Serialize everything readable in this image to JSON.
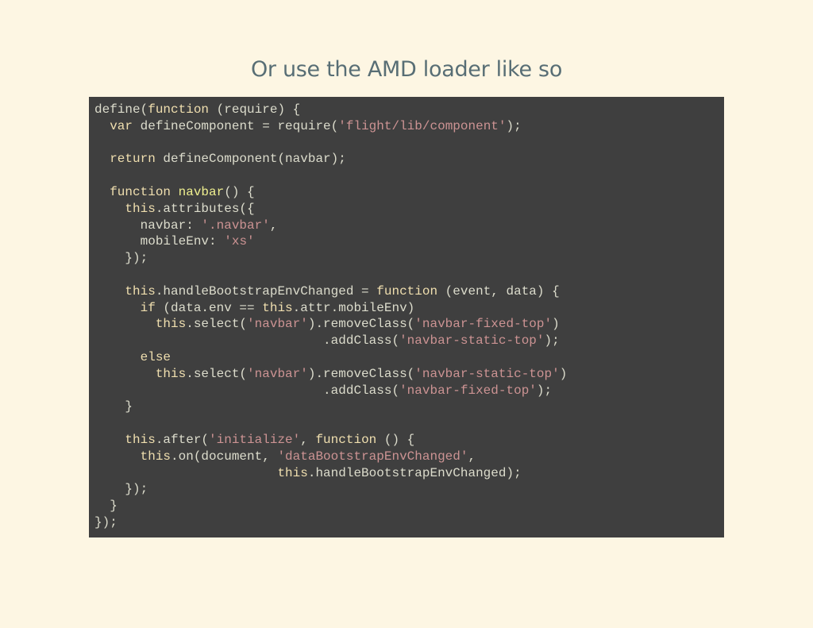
{
  "title": "Or use the AMD loader like so",
  "code": {
    "language": "javascript",
    "colors": {
      "background": "#3f3f3f",
      "text": "#dcdccc",
      "keyword": "#f0dfaf",
      "string": "#cc9393",
      "function_name": "#efef8f"
    },
    "lines": [
      [
        {
          "t": "define("
        },
        {
          "t": "function",
          "c": "kw"
        },
        {
          "t": " (require) {"
        }
      ],
      [
        {
          "t": "  "
        },
        {
          "t": "var",
          "c": "kw"
        },
        {
          "t": " defineComponent = require("
        },
        {
          "t": "'flight/lib/component'",
          "c": "str"
        },
        {
          "t": ");"
        }
      ],
      [],
      [
        {
          "t": "  "
        },
        {
          "t": "return",
          "c": "kw"
        },
        {
          "t": " defineComponent(navbar);"
        }
      ],
      [],
      [
        {
          "t": "  "
        },
        {
          "t": "function",
          "c": "kw"
        },
        {
          "t": " "
        },
        {
          "t": "navbar",
          "c": "fn"
        },
        {
          "t": "() {"
        }
      ],
      [
        {
          "t": "    "
        },
        {
          "t": "this",
          "c": "kw"
        },
        {
          "t": ".attributes({"
        }
      ],
      [
        {
          "t": "      navbar: "
        },
        {
          "t": "'.navbar'",
          "c": "str"
        },
        {
          "t": ","
        }
      ],
      [
        {
          "t": "      mobileEnv: "
        },
        {
          "t": "'xs'",
          "c": "str"
        }
      ],
      [
        {
          "t": "    });"
        }
      ],
      [],
      [
        {
          "t": "    "
        },
        {
          "t": "this",
          "c": "kw"
        },
        {
          "t": ".handleBootstrapEnvChanged = "
        },
        {
          "t": "function",
          "c": "kw"
        },
        {
          "t": " (event, data) {"
        }
      ],
      [
        {
          "t": "      "
        },
        {
          "t": "if",
          "c": "kw"
        },
        {
          "t": " (data.env == "
        },
        {
          "t": "this",
          "c": "kw"
        },
        {
          "t": ".attr.mobileEnv)"
        }
      ],
      [
        {
          "t": "        "
        },
        {
          "t": "this",
          "c": "kw"
        },
        {
          "t": ".select("
        },
        {
          "t": "'navbar'",
          "c": "str"
        },
        {
          "t": ").removeClass("
        },
        {
          "t": "'navbar-fixed-top'",
          "c": "str"
        },
        {
          "t": ")"
        }
      ],
      [
        {
          "t": "                              .addClass("
        },
        {
          "t": "'navbar-static-top'",
          "c": "str"
        },
        {
          "t": ");"
        }
      ],
      [
        {
          "t": "      "
        },
        {
          "t": "else",
          "c": "kw"
        }
      ],
      [
        {
          "t": "        "
        },
        {
          "t": "this",
          "c": "kw"
        },
        {
          "t": ".select("
        },
        {
          "t": "'navbar'",
          "c": "str"
        },
        {
          "t": ").removeClass("
        },
        {
          "t": "'navbar-static-top'",
          "c": "str"
        },
        {
          "t": ")"
        }
      ],
      [
        {
          "t": "                              .addClass("
        },
        {
          "t": "'navbar-fixed-top'",
          "c": "str"
        },
        {
          "t": ");"
        }
      ],
      [
        {
          "t": "    }"
        }
      ],
      [],
      [
        {
          "t": "    "
        },
        {
          "t": "this",
          "c": "kw"
        },
        {
          "t": ".after("
        },
        {
          "t": "'initialize'",
          "c": "str"
        },
        {
          "t": ", "
        },
        {
          "t": "function",
          "c": "kw"
        },
        {
          "t": " () {"
        }
      ],
      [
        {
          "t": "      "
        },
        {
          "t": "this",
          "c": "kw"
        },
        {
          "t": ".on(document, "
        },
        {
          "t": "'dataBootstrapEnvChanged'",
          "c": "str"
        },
        {
          "t": ","
        }
      ],
      [
        {
          "t": "                        "
        },
        {
          "t": "this",
          "c": "kw"
        },
        {
          "t": ".handleBootstrapEnvChanged);"
        }
      ],
      [
        {
          "t": "    });"
        }
      ],
      [
        {
          "t": "  }"
        }
      ],
      [
        {
          "t": "});"
        }
      ]
    ]
  }
}
